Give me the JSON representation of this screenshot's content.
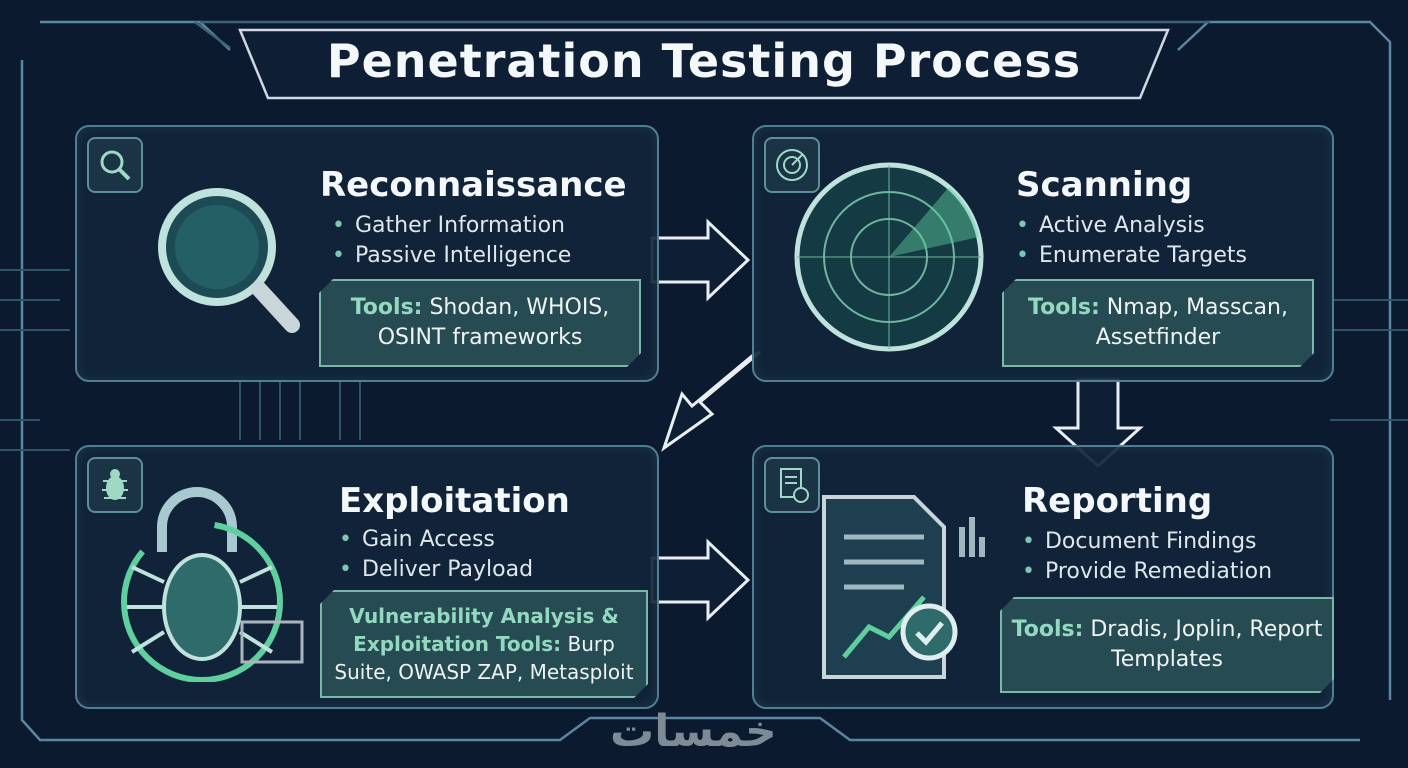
{
  "title": "Penetration Testing Process",
  "colors": {
    "background": "#0b1a2f",
    "accent": "#7cc7b0",
    "tools_bg": "#264b52",
    "border": "#4f7f93"
  },
  "stages": [
    {
      "name": "Reconnaissance",
      "icon": "magnifier-icon",
      "bullets": [
        "Gather Information",
        "Passive Intelligence"
      ],
      "tools_label": "Tools:",
      "tools_text": " Shodan, WHOIS, OSINT frameworks"
    },
    {
      "name": "Scanning",
      "icon": "radar-icon",
      "bullets": [
        "Active Analysis",
        "Enumerate Targets"
      ],
      "tools_label": "Tools:",
      "tools_text": " Nmap, Masscan, Assetfinder"
    },
    {
      "name": "Exploitation",
      "icon": "bug-icon",
      "bullets": [
        "Gain Access",
        "Deliver Payload"
      ],
      "tools_label": "Vulnerability Analysis & Exploitation Tools:",
      "tools_text": " Burp Suite, OWASP ZAP, Metasploit"
    },
    {
      "name": "Reporting",
      "icon": "report-icon",
      "bullets": [
        "Document Findings",
        "Provide Remediation"
      ],
      "tools_label": "Tools:",
      "tools_text": " Dradis, Joplin, Report Templates"
    }
  ],
  "watermark": "خمسات"
}
